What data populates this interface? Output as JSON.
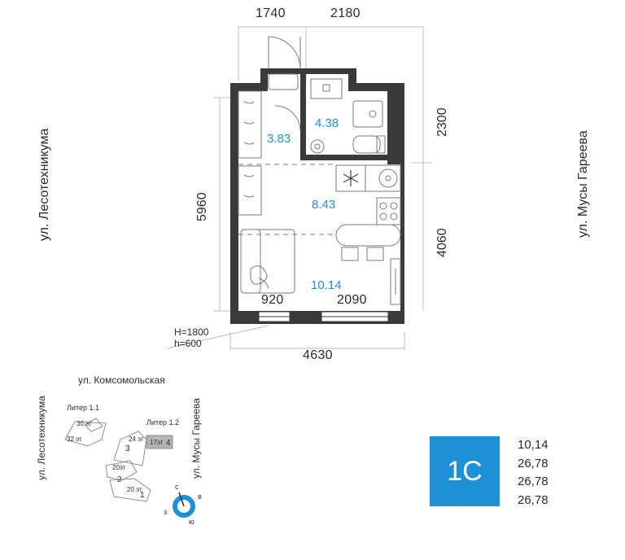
{
  "plan": {
    "dims": {
      "top_left": "1740",
      "top_right": "2180",
      "left": "5960",
      "right_upper": "2300",
      "right_lower": "4060",
      "window_left": "920",
      "window_right": "2090",
      "bottom": "4630"
    },
    "window_note": {
      "line1": "H=1800",
      "line2": "h=600"
    },
    "areas": {
      "hall": "3.83",
      "bathroom": "4.38",
      "kitchen": "8.43",
      "living": "10.14"
    }
  },
  "streets": {
    "left": "ул. Лесотехникума",
    "right": "ул. Мусы Гареева",
    "site_top": "ул. Комсомольская",
    "site_left": "ул. Лесотехникума",
    "site_right": "ул. Мусы Гареева"
  },
  "site": {
    "liter1": "Литер 1.1",
    "liter2": "Литер 1.2",
    "labels": {
      "f30": "30 эт",
      "f32": "32 эт",
      "f24": "24 эт",
      "f17": "17эт",
      "f20a": "20эт",
      "f20b": "20 эт"
    },
    "sections": {
      "s1": "1",
      "s2": "2",
      "s3": "3",
      "s4": "4"
    },
    "compass": {
      "north": "с",
      "east": "в",
      "south": "ю",
      "west": "з"
    }
  },
  "badge": "1С",
  "values": [
    "10,14",
    "26,78",
    "26,78",
    "26,78"
  ],
  "colors": {
    "accent": "#1e90d6",
    "wall": "#3a3a3a",
    "highlight": "#b5b5b5"
  }
}
